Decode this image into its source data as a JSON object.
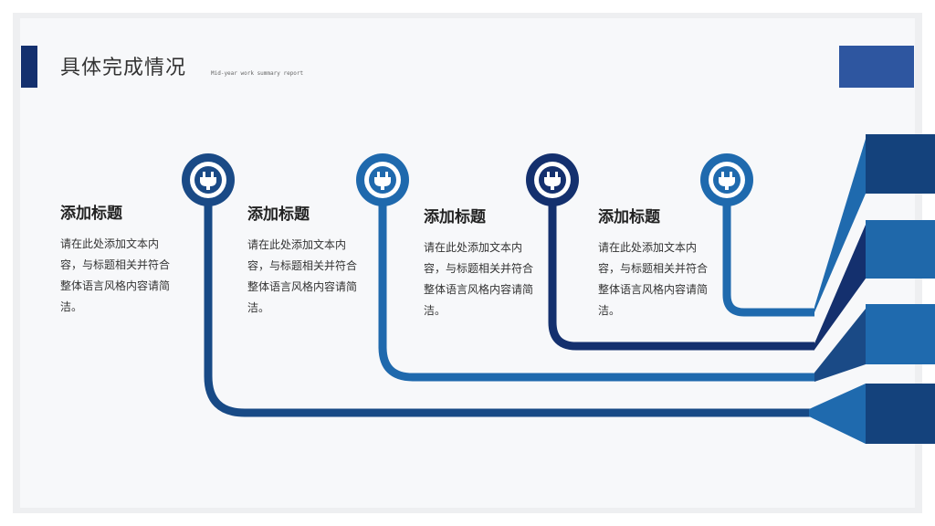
{
  "header": {
    "title": "具体完成情况",
    "subtitle": "Mid-year work summary report"
  },
  "cards": [
    {
      "title": "添加标题",
      "body": "请在此处添加文本内容，与标题相关并符合整体语言风格内容请简洁。"
    },
    {
      "title": "添加标题",
      "body": "请在此处添加文本内容，与标题相关并符合整体语言风格内容请简洁。"
    },
    {
      "title": "添加标题",
      "body": "请在此处添加文本内容，与标题相关并符合整体语言风格内容请简洁。"
    },
    {
      "title": "添加标题",
      "body": "请在此处添加文本内容，与标题相关并符合整体语言风格内容请简洁。"
    }
  ],
  "icons": [
    "plug-icon",
    "plug-icon",
    "plug-icon",
    "plug-icon"
  ],
  "colors": {
    "dark_navy": "#14306e",
    "navy": "#1a4a86",
    "blue": "#1f69ad",
    "mid_blue": "#2d5aa0",
    "panel_bg": "#f7f8fa"
  }
}
